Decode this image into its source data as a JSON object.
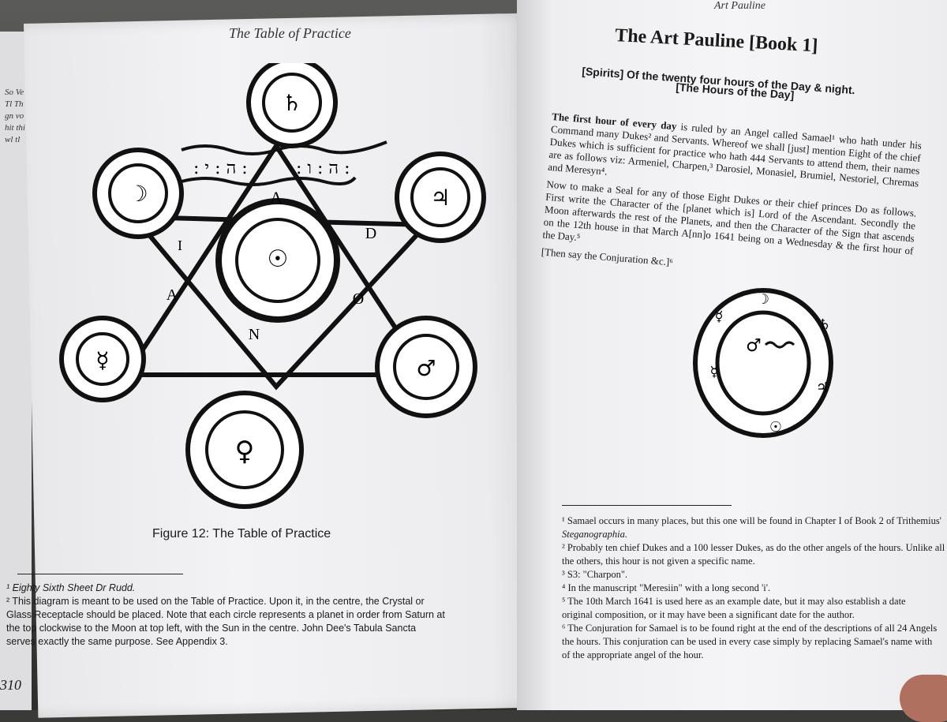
{
  "left_page": {
    "running_head": "The Table of Practice",
    "back_page_text": "So Ve Tl Th gn vo hit thi wl tl",
    "diagram": {
      "center_letters": [
        "A",
        "I",
        "D",
        "A",
        "O",
        "N"
      ],
      "top_letters": [
        ": ה : י :",
        ": ה : ו :"
      ],
      "planet_symbols": [
        "♄",
        "☽",
        "♃",
        "☉",
        "☿",
        "♂",
        "♀"
      ]
    },
    "caption": "Figure 12: The Table of Practice",
    "footnotes": [
      "¹ Eighty Sixth Sheet Dr Rudd.",
      "² This diagram is meant to be used on the Table of Practice. Upon it, in the centre, the Crystal or",
      "Glass Receptacle should be placed. Note that each circle represents a planet in order from Saturn at",
      "the top clockwise to the Moon at top left, with the Sun in the centre. John Dee's Tabula Sancta",
      "serves exactly the same purpose. See Appendix 3."
    ],
    "page_number": "310"
  },
  "right_page": {
    "running_head": "Art Pauline",
    "title": "The Art Pauline [Book 1]",
    "subtitle1": "[Spirits] Of the twenty four hours of the Day & night.",
    "subtitle2": "[The Hours of the Day]",
    "para1_lead": "The first hour of every day",
    "para1_rest": " is ruled by an Angel called Samael¹ who hath under his Command many Dukes² and Servants. Whereof we shall [just] mention Eight of the chief Dukes which is sufficient for practice who hath 444 Servants to attend them, their names are as follows viz: Armeniel, Charpen,³ Darosiel, Monasiel, Brumiel, Nestoriel, Chremas and Meresyn⁴.",
    "para2": "Now to make a Seal for any of those Eight Dukes or their chief princes Do as follows. First write the Character of the [planet which is] Lord of the Ascendant. Secondly the Moon afterwards the rest of the Planets, and then the Character of the Sign that ascends on the 12th house in that March A[nn]o 1641 being on a Wednesday & the first hour of the Day.⁵",
    "para3": "[Then say the Conjuration &c.]⁶",
    "seal_symbols": [
      "☽",
      "♄",
      "♃",
      "☉",
      "☿",
      "☿"
    ],
    "footnotes": [
      "¹ Samael occurs in many places, but this one will be found in Chapter I of Book 2 of Trithemius'",
      "Steganographia.",
      "² Probably ten chief Dukes and a 100 lesser Dukes, as do the other angels of the hours. Unlike all",
      "the others, this hour is not given a specific name.",
      "³ S3: \"Charpon\".",
      "⁴ In the manuscript \"Meresiin\" with a long second 'i'.",
      "⁵ The 10th March 1641 is used here as an example date, but it may also establish a date",
      "original composition, or it may have been a significant date for the author.",
      "⁶ The Conjuration for Samael is to be found right at the end of the descriptions of all 24 Angels",
      "the hours. This conjuration can be used in every case simply by replacing Samael's name with",
      "of the appropriate angel of the hour."
    ]
  }
}
